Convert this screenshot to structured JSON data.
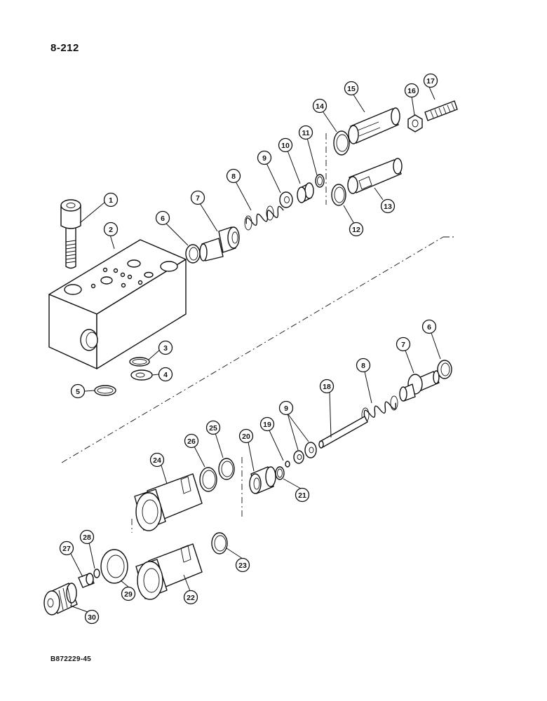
{
  "header": {
    "page_number": "8-212"
  },
  "footer": {
    "figure_code": "B872229-45"
  },
  "callouts": [
    {
      "label": "1"
    },
    {
      "label": "2"
    },
    {
      "label": "3"
    },
    {
      "label": "4"
    },
    {
      "label": "5"
    },
    {
      "label": "6"
    },
    {
      "label": "7"
    },
    {
      "label": "8"
    },
    {
      "label": "9"
    },
    {
      "label": "10"
    },
    {
      "label": "11"
    },
    {
      "label": "12"
    },
    {
      "label": "13"
    },
    {
      "label": "14"
    },
    {
      "label": "15"
    },
    {
      "label": "16"
    },
    {
      "label": "17"
    },
    {
      "label": "6"
    },
    {
      "label": "7"
    },
    {
      "label": "8"
    },
    {
      "label": "18"
    },
    {
      "label": "9"
    },
    {
      "label": "19"
    },
    {
      "label": "20"
    },
    {
      "label": "21"
    },
    {
      "label": "25"
    },
    {
      "label": "26"
    },
    {
      "label": "24"
    },
    {
      "label": "23"
    },
    {
      "label": "28"
    },
    {
      "label": "27"
    },
    {
      "label": "29"
    },
    {
      "label": "22"
    },
    {
      "label": "30"
    }
  ]
}
